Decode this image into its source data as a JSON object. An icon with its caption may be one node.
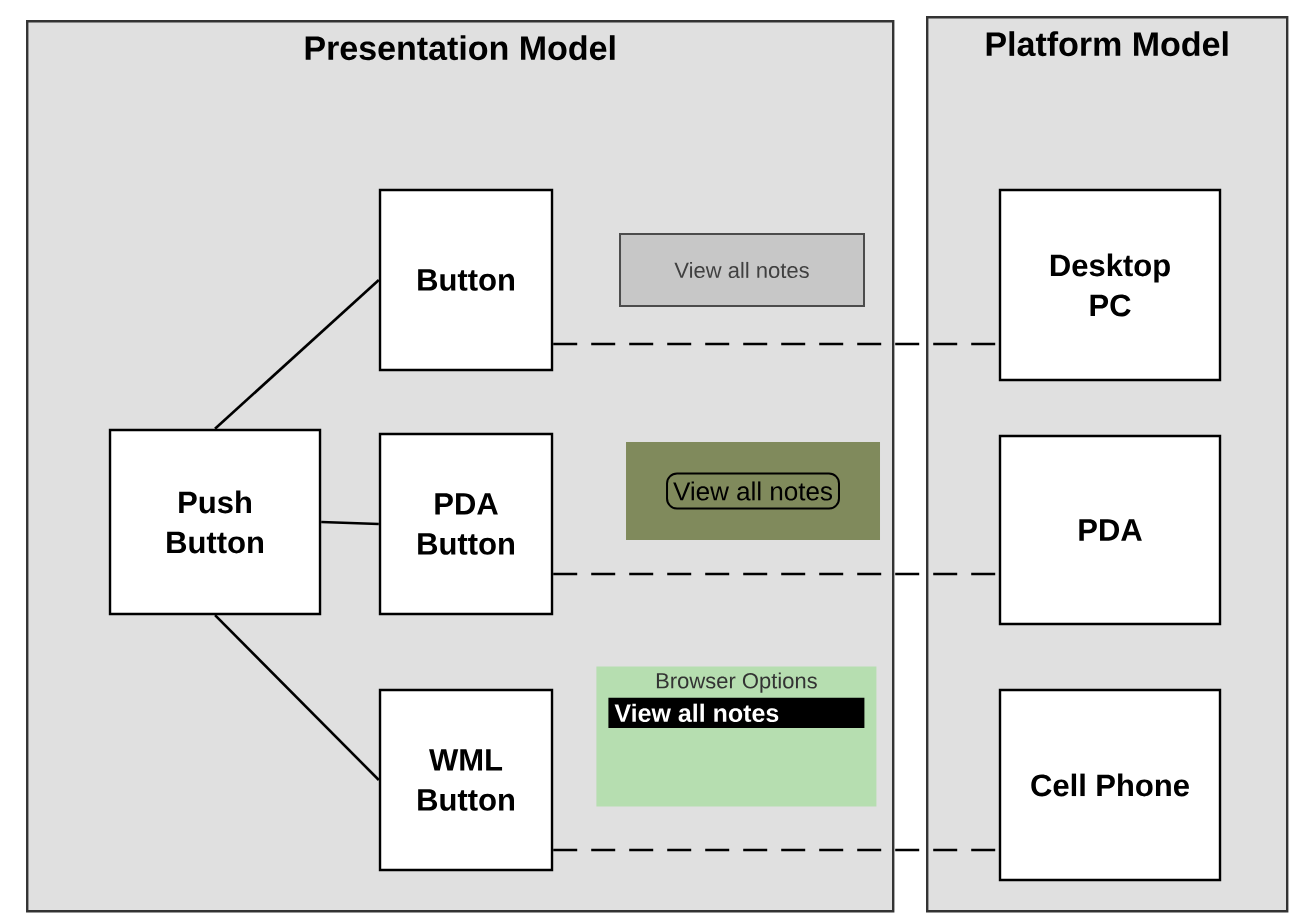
{
  "diagram": {
    "nodes": [
      {
        "text": [
          "Presentation Model"
        ]
      },
      {
        "text": [
          "Push Button"
        ],
        "in": 0
      },
      {
        "text": [
          "Button"
        ],
        "in": 0
      },
      {
        "text": [
          "View all notes"
        ],
        "in": 0
      },
      {
        "text": [
          "PDA Button"
        ],
        "in": 0
      },
      {
        "text": [
          "View all notes"
        ],
        "in": 0
      },
      {
        "text": [
          "WML Button"
        ],
        "in": 0
      },
      {
        "text": [
          "Browser Options",
          "View all notes"
        ],
        "in": 0
      },
      {
        "text": [
          "Platform Model"
        ]
      },
      {
        "text": [
          "Desktop PC"
        ],
        "in": 8
      },
      {
        "text": [
          "PDA"
        ],
        "in": 8
      },
      {
        "text": [
          "Cell Phone"
        ],
        "in": 8
      }
    ],
    "edges": [
      {
        "from": 1,
        "to": 2,
        "arrow": "none"
      },
      {
        "from": 1,
        "to": 4,
        "arrow": "none"
      },
      {
        "from": 1,
        "to": 6,
        "arrow": "none"
      },
      {
        "from": 2,
        "to": 9,
        "arrow": "none",
        "style": "dashed"
      },
      {
        "from": 4,
        "to": 10,
        "arrow": "none",
        "style": "dashed"
      },
      {
        "from": 6,
        "to": 11,
        "arrow": "none",
        "style": "dashed"
      }
    ]
  }
}
